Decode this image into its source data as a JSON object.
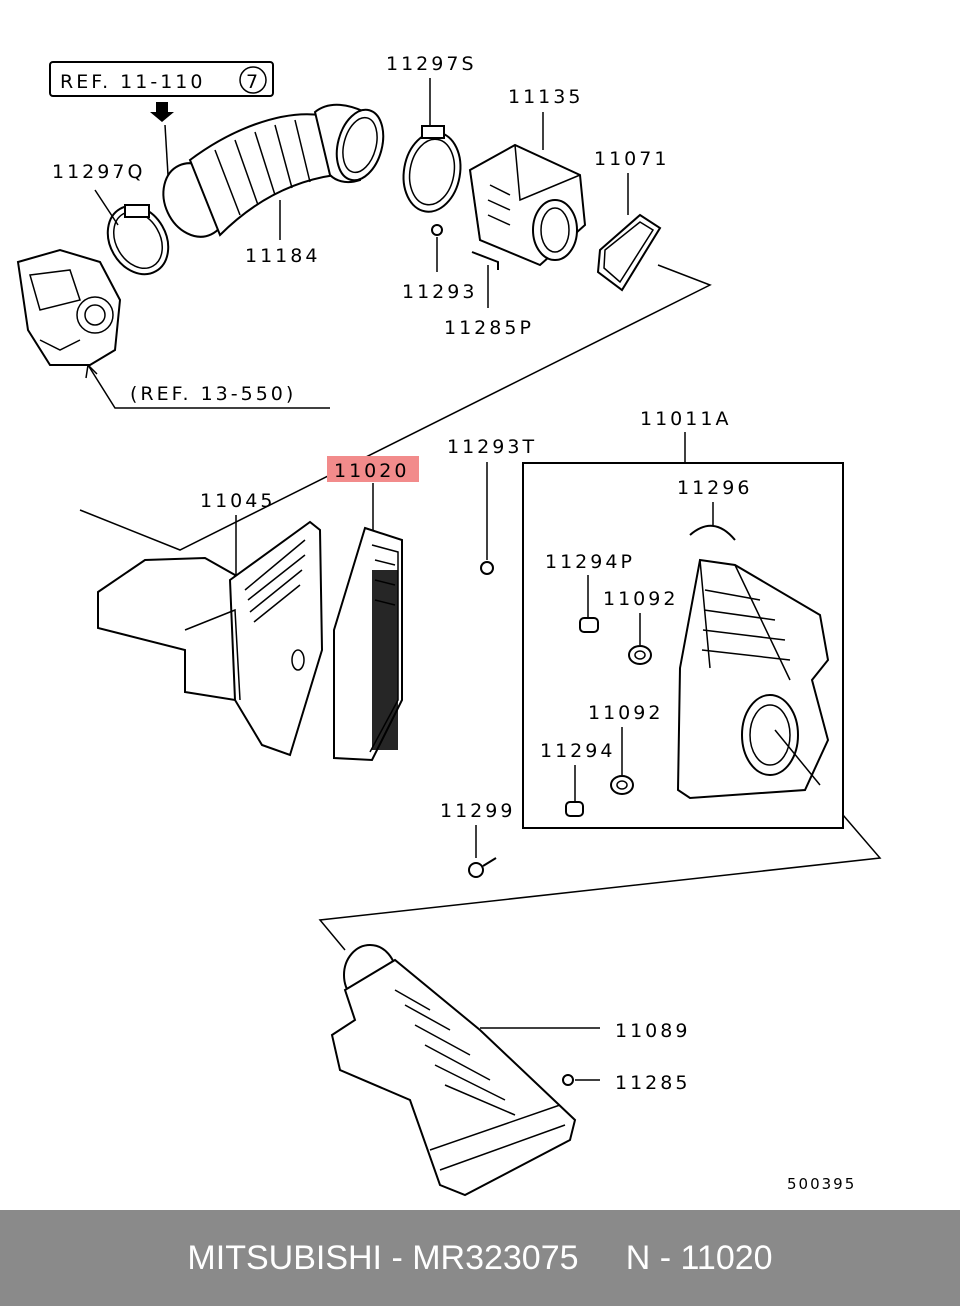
{
  "diagram": {
    "refs": {
      "ref_top": "REF. 11-110",
      "ref_top_circle": "7",
      "ref_mid": "(REF. 13-550)"
    },
    "labels": {
      "p11297S": "11297S",
      "p11135": "11135",
      "p11071": "11071",
      "p11297Q": "11297Q",
      "p11184": "11184",
      "p11293": "11293",
      "p11285P": "11285P",
      "p11011A": "11011A",
      "p11293T": "11293T",
      "p11020": "11020",
      "p11045": "11045",
      "p11296": "11296",
      "p11294P": "11294P",
      "p11092a": "11092",
      "p11092b": "11092",
      "p11294": "11294",
      "p11299": "11299",
      "p11089": "11089",
      "p11285": "11285"
    },
    "diagram_code": "500395",
    "highlight_color": "#f28b8b"
  },
  "footer": {
    "text": "MITSUBISHI - MR323075     N - 11020",
    "background": "#8a8a8a"
  }
}
